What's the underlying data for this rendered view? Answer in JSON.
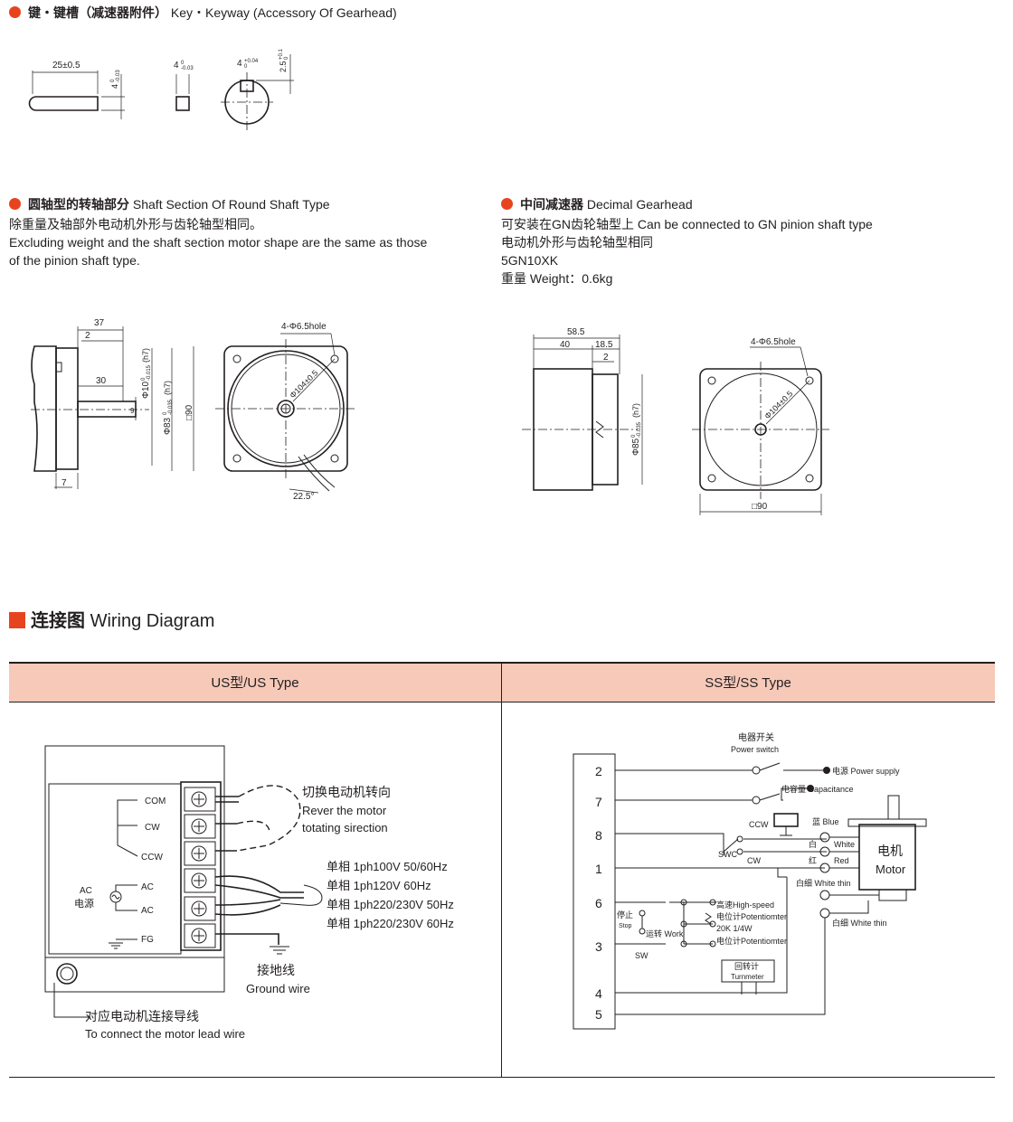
{
  "key_section": {
    "heading_cn": "键・键槽（减速器附件）",
    "heading_en": "Key・Keyway (Accessory Of Gearhead)",
    "dims": {
      "length": "25±0.5",
      "height_base": "4",
      "height_tol_top": "0",
      "height_tol_bottom": "-0.03",
      "width_base": "4",
      "width_tol_top": "0",
      "width_tol_bottom": "-0.03",
      "slot_width_base": "4",
      "slot_tol_top": "+0.04",
      "slot_tol_bottom": "0",
      "slot_depth_base": "2.5",
      "slot_depth_tol_top": "+0.1",
      "slot_depth_tol_bottom": "0"
    }
  },
  "round_shaft": {
    "heading_cn": "圆轴型的转轴部分",
    "heading_en": "Shaft Section Of Round Shaft Type",
    "lines": [
      "除重量及轴部外电动机外形与齿轮轴型相同。",
      "Excluding weight and the shaft section motor shape are the same as those",
      "of the pinion shaft type."
    ],
    "dims": {
      "d37": "37",
      "d2": "2",
      "d30": "30",
      "d9": "9",
      "d7": "7",
      "phi10": "Φ10",
      "phi10_tol_top": "0",
      "phi10_tol_bottom": "-0.015",
      "phi10_fit": "(h7)",
      "phi83": "Φ83",
      "phi83_tol_top": "0",
      "phi83_tol_bottom": "-0.035",
      "phi83_fit": "(h7)",
      "sq90": "□90",
      "hole": "4-Φ6.5hole",
      "phi104": "Φ104±0.5",
      "angle": "22.5°"
    }
  },
  "decimal_gearhead": {
    "heading_cn": "中间减速器",
    "heading_en": "Decimal Gearhead",
    "lines": [
      "可安装在GN齿轮轴型上 Can be connected to GN pinion shaft type",
      "电动机外形与齿轮轴型相同",
      "5GN10XK",
      "重量 Weight：0.6kg"
    ],
    "dims": {
      "d58": "58.5",
      "d40": "40",
      "d18": "18.5",
      "d2": "2",
      "phi85": "Φ85",
      "phi85_tol_top": "0",
      "phi85_tol_bottom": "-0.035",
      "phi85_fit": "(h7)",
      "hole": "4-Φ6.5hole",
      "phi104": "Φ104±0.5",
      "sq90": "□90"
    }
  },
  "wiring": {
    "title_cn": "连接图",
    "title_en": "Wiring Diagram",
    "us_header": "US型/US Type",
    "ss_header": "SS型/SS Type",
    "us": {
      "terminals": [
        "COM",
        "CW",
        "CCW",
        "AC",
        "AC",
        "FG"
      ],
      "ac_source_en": "AC",
      "ac_source_cn": "电源",
      "switch_cn": "切换电动机转向",
      "switch_en_1": "Rever the motor",
      "switch_en_2": "totating sirection",
      "voltages": [
        "单相 1ph100V  50/60Hz",
        "单相 1ph120V  60Hz",
        "单相 1ph220/230V  50Hz",
        "单相 1ph220/230V  60Hz"
      ],
      "ground_cn": "接地线",
      "ground_en": "Ground wire",
      "lead_cn": "对应电动机连接导线",
      "lead_en": "To connect the motor lead wire"
    },
    "ss": {
      "pins": [
        "2",
        "7",
        "8",
        "1",
        "6",
        "3",
        "4",
        "5"
      ],
      "power_switch_cn": "电器开关",
      "power_switch_en": "Power switch",
      "power_supply": "电源 Power supply",
      "capacitance": "电容量 Capacitance",
      "ccw": "CCW",
      "cw": "CW",
      "swc": "SWC",
      "blue": "蓝 Blue",
      "white_cn": "白",
      "white_en": "White",
      "red_cn": "红",
      "red_en": "Red",
      "white_thin_1": "白细 White thin",
      "white_thin_2": "白细 White thin",
      "motor_cn": "电机",
      "motor_en": "Motor",
      "stop_cn": "停止",
      "stop_en": "Stop",
      "work": "运转 Work",
      "sw": "SW",
      "pot_high": "高速High-speed",
      "pot_1": "电位计Potentiomter",
      "pot_spec": "20K  1/4W",
      "pot_2": "电位计Potentiomter",
      "turn_cn": "回转计",
      "turn_en": "Turnmeter"
    }
  }
}
